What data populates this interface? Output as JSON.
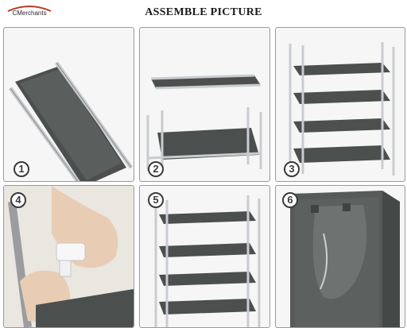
{
  "brand": {
    "logo_text": "CMerchants"
  },
  "header": {
    "title": "ASSEMBLE PICTURE"
  },
  "steps": [
    {
      "number": "1"
    },
    {
      "number": "2"
    },
    {
      "number": "3"
    },
    {
      "number": "4"
    },
    {
      "number": "5"
    },
    {
      "number": "6"
    }
  ],
  "colors": {
    "fabric": "#4b4f4e",
    "frame": "#c9ccd0",
    "panel_border": "#9a9a9a",
    "background": "#ffffff"
  }
}
